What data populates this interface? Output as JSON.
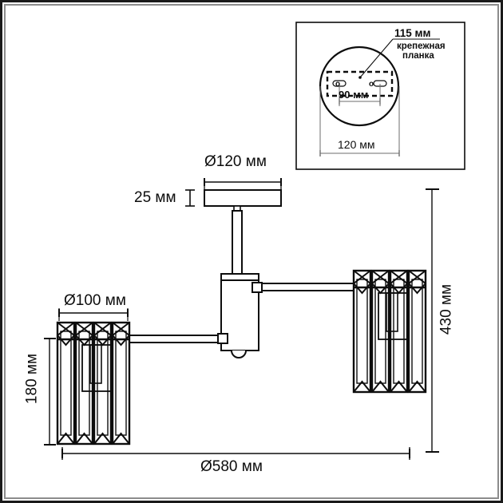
{
  "drawing": {
    "title": "Ceiling chandelier technical dimension drawing",
    "units": "мм",
    "line_color": "#0d0d0d",
    "background": "#ffffff",
    "frame_color": "#1a1a1a",
    "frame_inner_color": "#8c8c8c"
  },
  "main_dimensions": {
    "canopy_diameter": "Ø120 мм",
    "canopy_height": "25 мм",
    "shade_diameter": "Ø100 мм",
    "shade_height": "180 мм",
    "total_height": "430 мм",
    "total_spread": "Ø580 мм"
  },
  "inset": {
    "mounting_plate_width": "115 мм",
    "mounting_plate_label": "крепежная\nпланка",
    "mounting_plate_label_line1": "крепежная",
    "mounting_plate_label_line2": "планка",
    "screw_spacing": "90 мм",
    "base_diameter": "120 мм",
    "hole_marker_left": "o",
    "hole_marker_right": "o"
  }
}
